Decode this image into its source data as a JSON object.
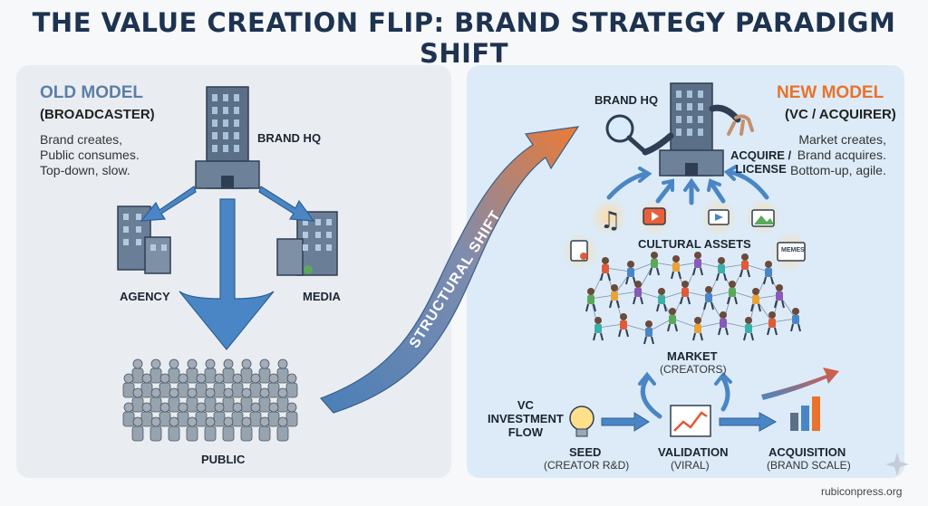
{
  "title": "THE VALUE CREATION FLIP: BRAND STRATEGY PARADIGM SHIFT",
  "old_model": {
    "title": "OLD MODEL",
    "subtitle": "(BROADCASTER)",
    "description": [
      "Brand creates,",
      "Public consumes.",
      "Top-down, slow."
    ],
    "labels": {
      "hq": "BRAND HQ",
      "agency": "AGENCY",
      "media": "MEDIA",
      "public": "PUBLIC"
    }
  },
  "shift_label": "STRUCTURAL SHIFT",
  "new_model": {
    "title": "NEW MODEL",
    "subtitle": "(VC / ACQUIRER)",
    "description": [
      "Market creates,",
      "Brand acquires.",
      "Bottom-up, agile."
    ],
    "labels": {
      "hq": "BRAND HQ",
      "acquire": [
        "ACQUIRE /",
        "LICENSE"
      ],
      "cultural_assets": "CULTURAL ASSETS",
      "market": "MARKET",
      "market_sub": "(CREATORS)",
      "memes": "MEMES"
    },
    "vc_flow": {
      "label": [
        "VC",
        "INVESTMENT",
        "FLOW"
      ],
      "stages": [
        {
          "name": "SEED",
          "sub": "(CREATOR R&D)"
        },
        {
          "name": "VALIDATION",
          "sub": "(VIRAL)"
        },
        {
          "name": "ACQUISITION",
          "sub": "(BRAND SCALE)"
        }
      ]
    }
  },
  "footer": "rubiconpress.org",
  "colors": {
    "title": "#1d3350",
    "old_title": "#5b7fa4",
    "new_title": "#e9722c",
    "arrow_blue": "#4a86c5",
    "arrow_orange": "#ec7a35",
    "building": "#5b6f86"
  }
}
